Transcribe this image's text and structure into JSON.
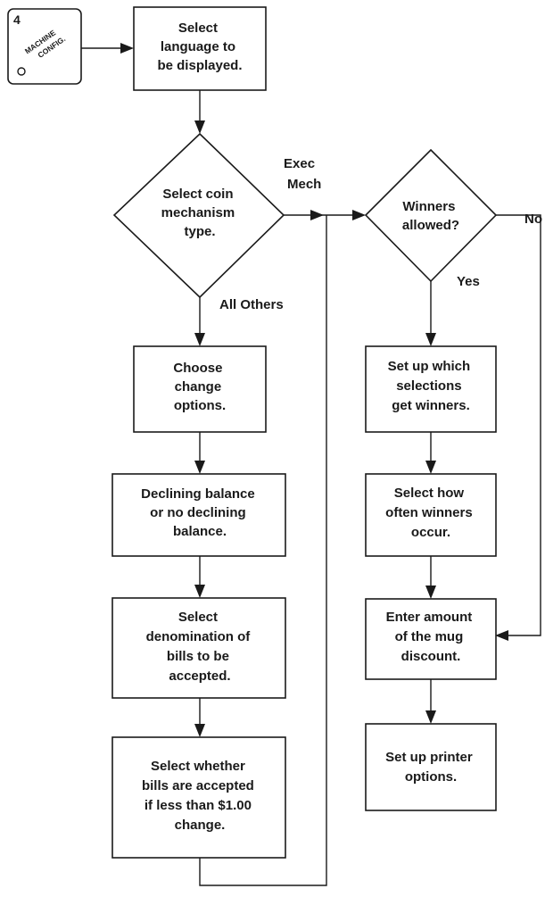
{
  "badge": {
    "number": "4",
    "label_lines": [
      "MACHINE",
      "CONFIG."
    ]
  },
  "nodes": {
    "language": [
      "Select",
      "language to",
      "be displayed."
    ],
    "coin": [
      "Select coin",
      "mechanism",
      "type."
    ],
    "change": [
      "Choose",
      "change",
      "options."
    ],
    "declining": [
      "Declining balance",
      "or no declining",
      "balance."
    ],
    "denomination": [
      "Select",
      "denomination of",
      "bills to be",
      "accepted."
    ],
    "whether": [
      "Select whether",
      "bills are accepted",
      "if less than $1.00",
      "change."
    ],
    "winners": [
      "Winners",
      "allowed?"
    ],
    "setup_winners": [
      "Set up which",
      "selections",
      "get winners."
    ],
    "how_often": [
      "Select how",
      "often winners",
      "occur."
    ],
    "mug": [
      "Enter amount",
      "of the mug",
      "discount."
    ],
    "printer": [
      "Set up printer",
      "options."
    ]
  },
  "edge_labels": {
    "exec": "Exec",
    "mech": "Mech",
    "all_others": "All Others",
    "no": "No",
    "yes": "Yes"
  }
}
